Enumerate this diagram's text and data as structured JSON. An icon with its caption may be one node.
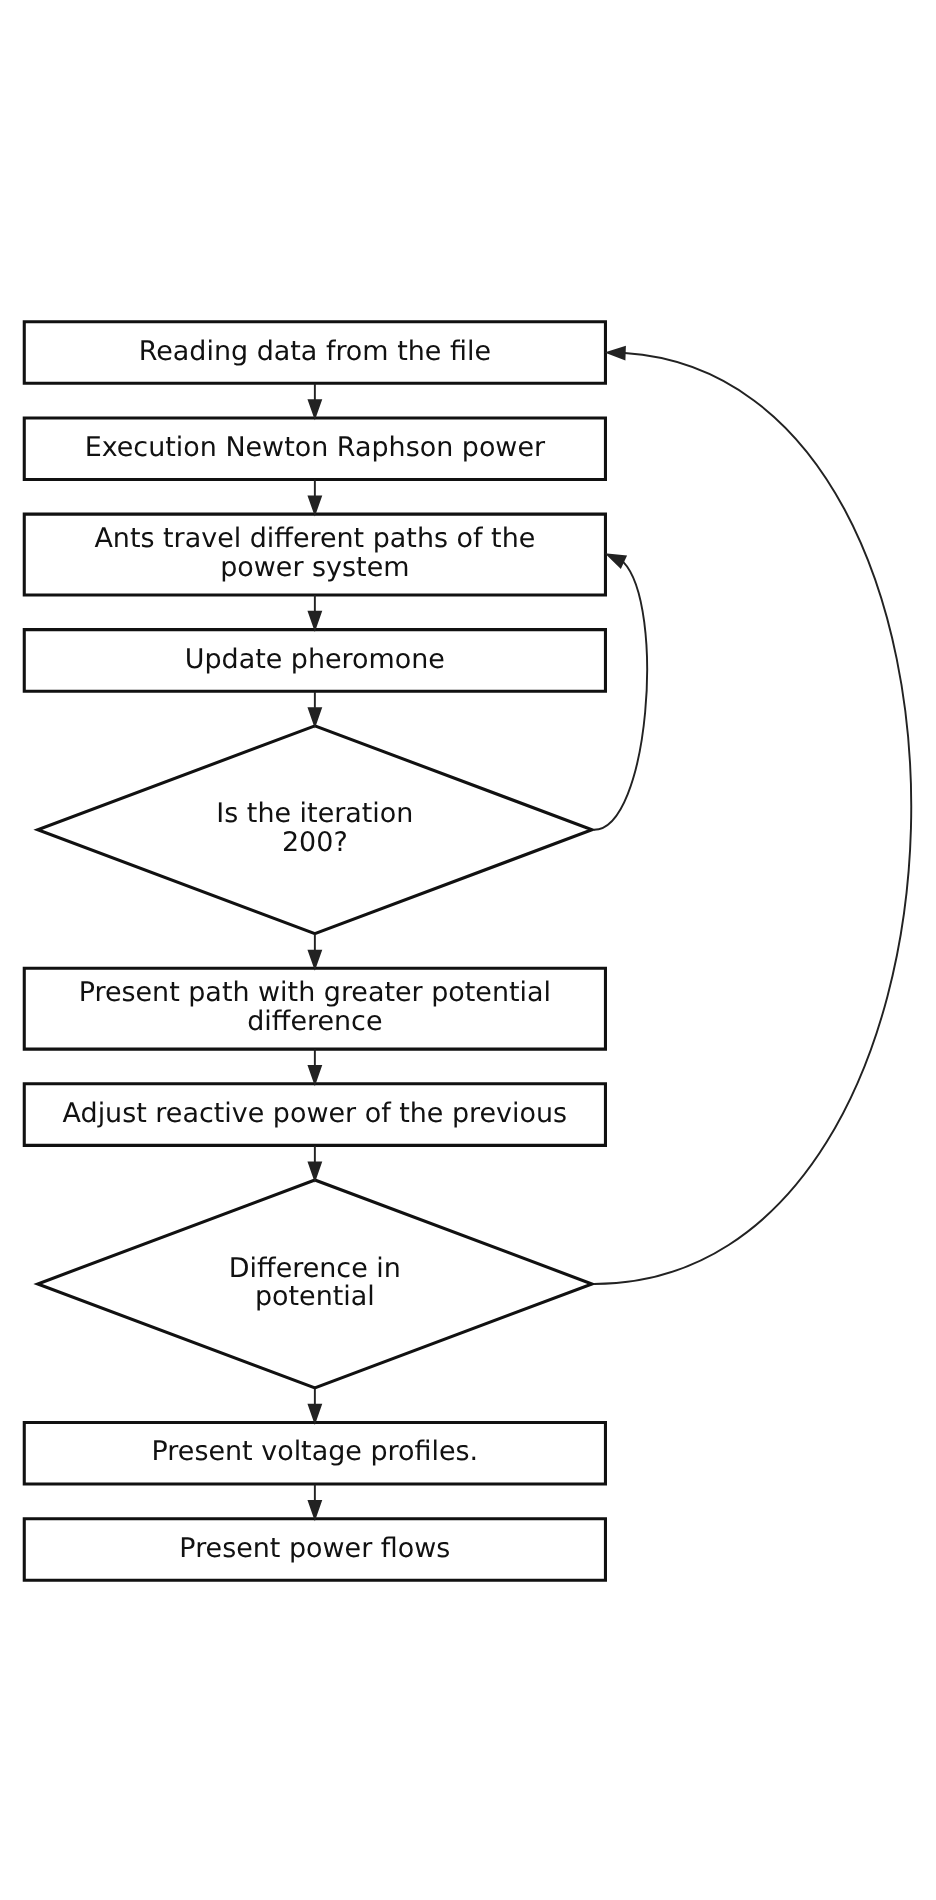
{
  "diagram": {
    "nodes": [
      {
        "text": [
          "Reading data from the file"
        ]
      },
      {
        "text": [
          "Execution Newton Raphson power"
        ]
      },
      {
        "text": [
          "Ants travel different paths of the power system"
        ]
      },
      {
        "text": [
          "Update pheromone"
        ]
      },
      {
        "text": [
          "Is the iteration 200?"
        ]
      },
      {
        "text": [
          "Present path with greater potential difference"
        ]
      },
      {
        "text": [
          "Adjust reactive power of the previous"
        ]
      },
      {
        "text": [
          "Difference in potential"
        ]
      },
      {
        "text": [
          "Present voltage profiles."
        ]
      },
      {
        "text": [
          "Present power flows"
        ]
      }
    ],
    "edges": [
      {
        "from": 0,
        "to": 1,
        "arrow": "to"
      },
      {
        "from": 1,
        "to": 2,
        "arrow": "to"
      },
      {
        "from": 2,
        "to": 3,
        "arrow": "to"
      },
      {
        "from": 3,
        "to": 4,
        "arrow": "to"
      },
      {
        "from": 4,
        "to": 2,
        "arrow": "to"
      },
      {
        "from": 4,
        "to": 5,
        "arrow": "to"
      },
      {
        "from": 5,
        "to": 6,
        "arrow": "to"
      },
      {
        "from": 6,
        "to": 7,
        "arrow": "to"
      },
      {
        "from": 7,
        "to": 0,
        "arrow": "to"
      },
      {
        "from": 7,
        "to": 8,
        "arrow": "to"
      },
      {
        "from": 8,
        "to": 9,
        "arrow": "to"
      }
    ]
  }
}
